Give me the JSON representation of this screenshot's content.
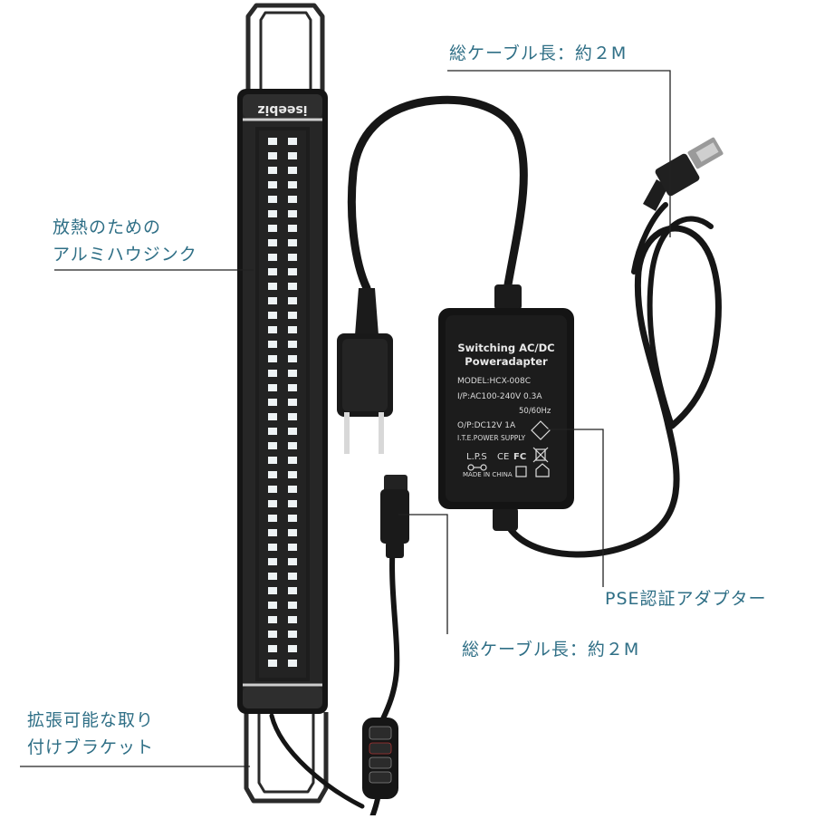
{
  "brand": "iseebiz",
  "callouts": {
    "cable_top": "総ケーブル長：約２M",
    "heatsink_line1": "放熱のための",
    "heatsink_line2": "アルミハウジンク",
    "pse": "PSE認証アダプター",
    "cable_bottom": "総ケーブル長：約２M",
    "bracket_line1": "拡張可能な取り",
    "bracket_line2": "付けブラケット"
  },
  "adapter": {
    "title": "Switching AC/DC",
    "subtitle": "Poweradapter",
    "model": "MODEL:HCX-008C",
    "input": "I/P:AC100-240V 0.3A",
    "freq": "50/60Hz",
    "output": "O/P:DC12V 1A",
    "supply": "I.T.E.POWER SUPPLY",
    "lps": "L.P.S",
    "made_in": "MADE IN CHINA",
    "marks": [
      "CE",
      "FC"
    ]
  },
  "colors": {
    "label": "#2f6f86",
    "leader_line": "#222222",
    "body": "#1b1b1b",
    "led": "#eef3f5"
  }
}
